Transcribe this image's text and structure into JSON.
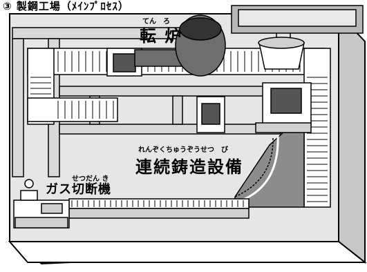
{
  "header": {
    "text": "③ 製鋼工場（ﾒｲﾝﾌﾟﾛｾｽ）"
  },
  "labels": {
    "converter": {
      "text": "転 炉",
      "ruby": "てん　ろ"
    },
    "continuous_casting": {
      "text": "連続鋳造設備",
      "ruby": "れんぞくちゅうぞうせつ　び"
    },
    "gas_cutter": {
      "text": "ガス切断機",
      "ruby": "せつだん き"
    }
  }
}
